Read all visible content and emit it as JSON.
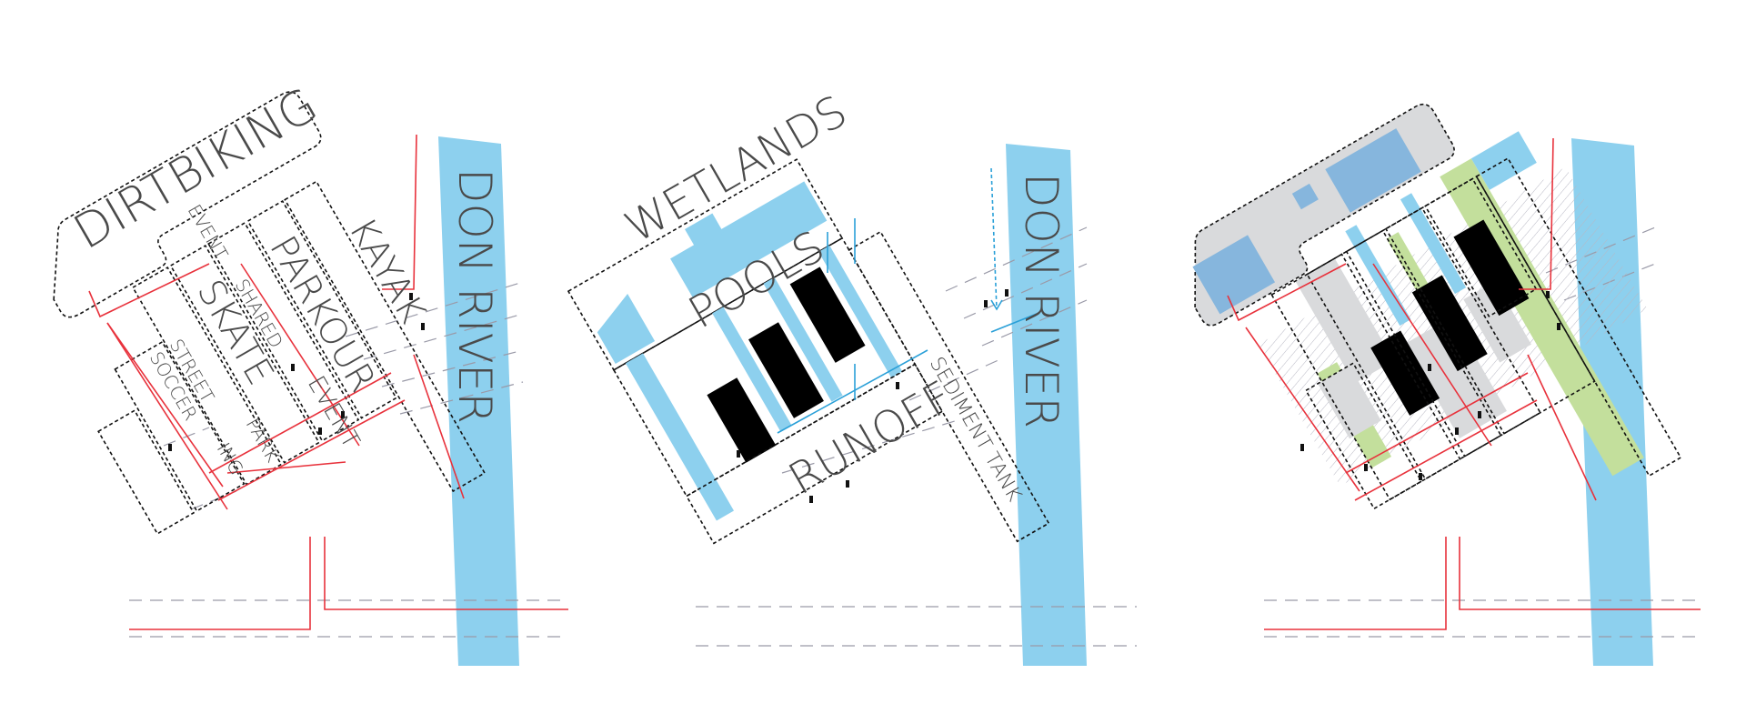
{
  "colors": {
    "river": "#8dd0ee",
    "water": "#8dd0ee",
    "water_overlay": "#86b6dd",
    "green": "#c3df9c",
    "grey_fill": "#d9dadc",
    "building": "#000000",
    "circulation": "#e8323c",
    "dashed_outline": "#111111"
  },
  "panel1": {
    "labels": {
      "dirtbiking": "DIRTBIKING",
      "event_top": "EVENT",
      "shared": "SHARED",
      "parkour": "PARKOUR",
      "kayak": "KAYAK",
      "skate": "SKATE",
      "street": "STREET",
      "soccer": "SOCCER",
      "park": "PARK",
      "ing": "ING",
      "event_bottom": "EVENT",
      "river": "DON RIVER"
    }
  },
  "panel2": {
    "labels": {
      "wetlands": "WETLANDS",
      "pools": "POOLS",
      "runoff": "RUNOFF",
      "sediment_tank": "SEDIMENT TANK",
      "river": "DON RIVER"
    }
  },
  "panel3": {
    "labels": {}
  }
}
